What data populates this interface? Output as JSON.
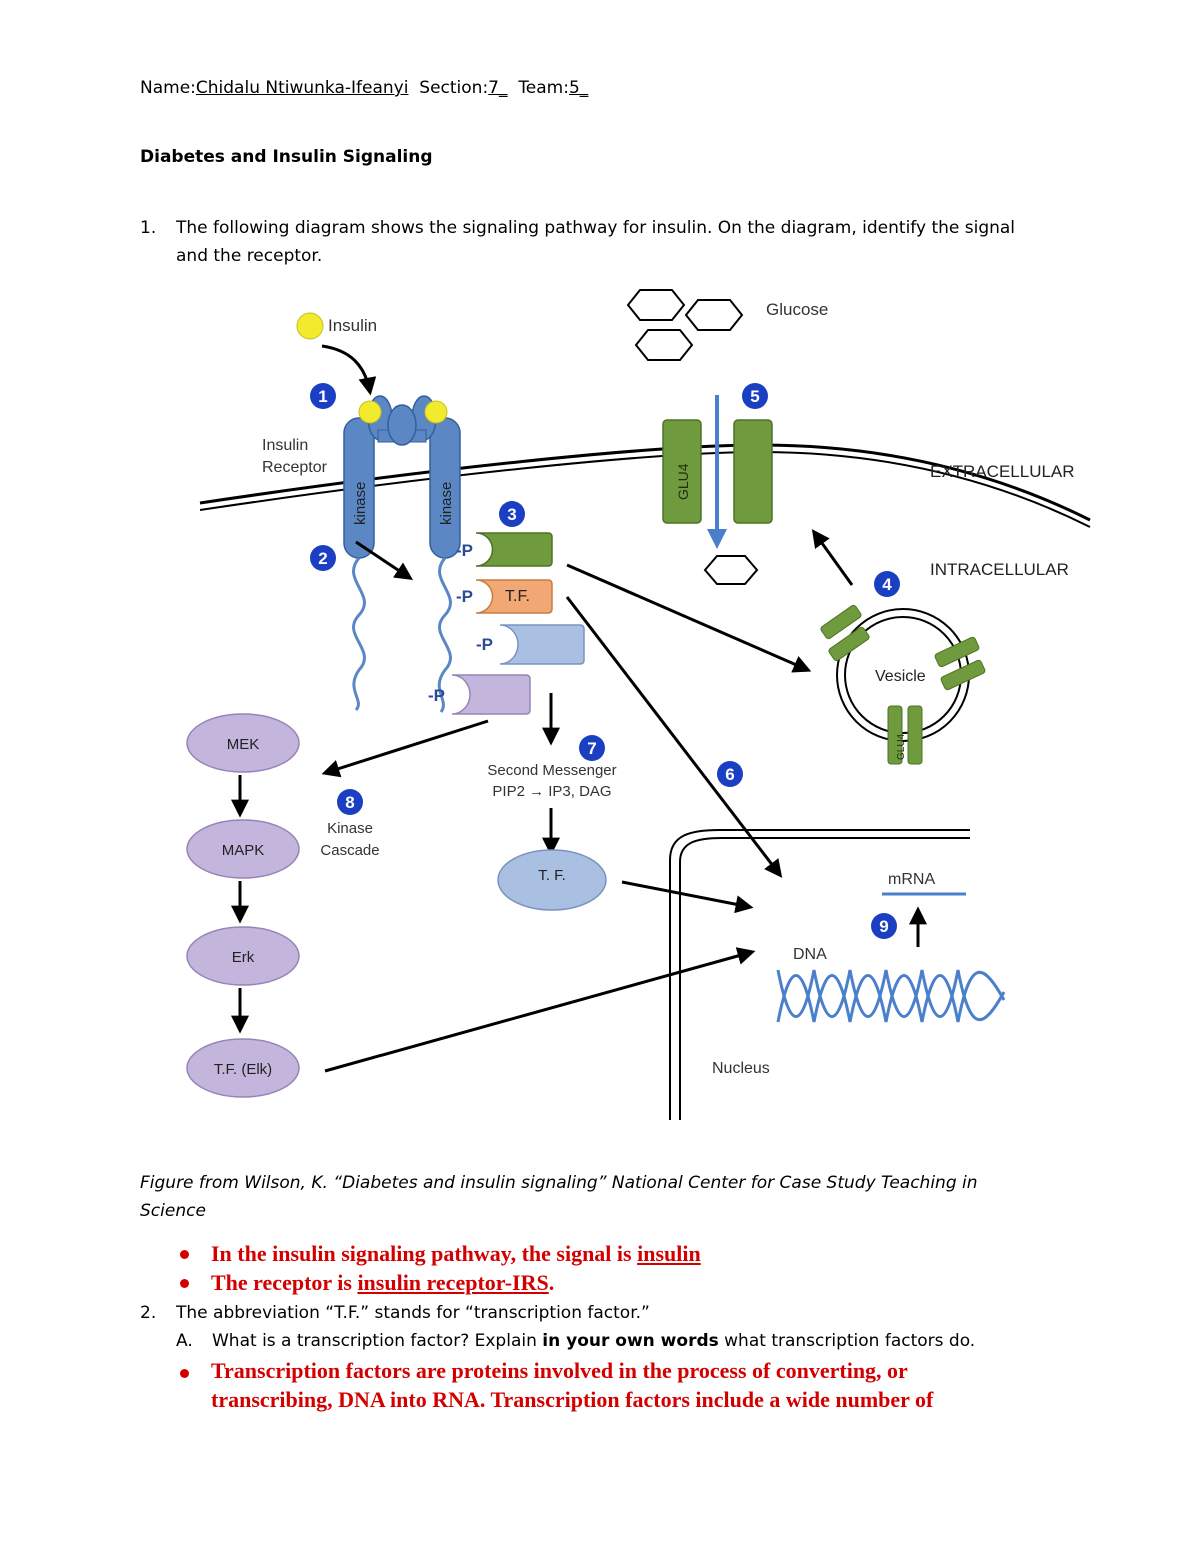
{
  "header": {
    "name_label": "Name:",
    "name_value": "Chidalu Ntiwunka-Ifeanyi",
    "section_label": "Section:",
    "section_value": "7_",
    "team_label": "Team:",
    "team_value": "5_"
  },
  "title": "Diabetes and Insulin Signaling",
  "q1": {
    "number": "1.",
    "line1": "The following diagram shows the signaling pathway for insulin. On the diagram, identify the signal",
    "line2": "and the receptor."
  },
  "diagram": {
    "insulin": "Insulin",
    "glucose": "Glucose",
    "insulin_receptor_1": "Insulin",
    "insulin_receptor_2": "Receptor",
    "kinase": "kinase",
    "extracellular": "EXTRACELLULAR",
    "intracellular": "INTRACELLULAR",
    "glu4": "GLU4",
    "p": "-P",
    "tf": "T.F.",
    "tf2": "T. F.",
    "vesicle": "Vesicle",
    "mek": "MEK",
    "mapk": "MAPK",
    "erk": "Erk",
    "tf_elk": "T.F. (Elk)",
    "kinase_cascade_1": "Kinase",
    "kinase_cascade_2": "Cascade",
    "second_messenger_1": "Second Messenger",
    "second_messenger_2": "PIP2 → IP3, DAG",
    "mrna": "mRNA",
    "dna": "DNA",
    "nucleus": "Nucleus",
    "badges": [
      "1",
      "2",
      "3",
      "4",
      "5",
      "6",
      "7",
      "8",
      "9"
    ],
    "colors": {
      "receptor": "#5b87c5",
      "green": "#6f9a3e",
      "orange": "#f2a874",
      "light_blue": "#a9c0e3",
      "purple": "#c4b5dc",
      "badge": "#1a3fc2",
      "insulin": "#f2ea2c"
    }
  },
  "caption": {
    "line1": "Figure from Wilson, K. “Diabetes and insulin signaling” National Center for Case Study Teaching in",
    "line2": "Science"
  },
  "answers1": {
    "a1_prefix": "In the insulin signaling pathway, the signal is ",
    "a1_value": "insulin",
    "a2_prefix": "The receptor is ",
    "a2_value": "insulin receptor-IRS",
    "a2_suffix": "."
  },
  "q2": {
    "number": "2.",
    "text": "The abbreviation “T.F.” stands for “transcription factor.”",
    "a_label": "A.",
    "a_prefix": "What is a transcription factor? Explain ",
    "a_bold": "in your own words",
    "a_suffix": " what transcription factors do."
  },
  "answer2": {
    "line1": "Transcription factors are proteins involved in the process of converting, or",
    "line2": "transcribing, DNA into RNA. Transcription factors include a wide number of"
  }
}
